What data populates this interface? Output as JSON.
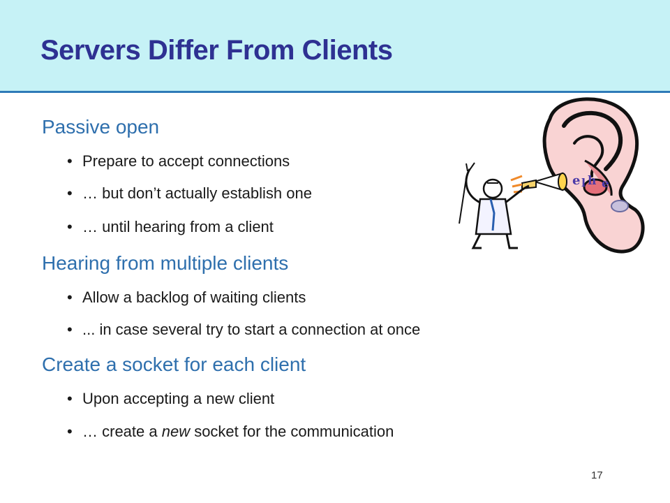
{
  "slide": {
    "title": "Servers Differ From Clients",
    "page_number": "17"
  },
  "sections": [
    {
      "heading": "Passive open",
      "bullets": [
        "Prepare to accept connections",
        "… but don’t actually establish one",
        "… until hearing from a client"
      ]
    },
    {
      "heading": "Hearing from multiple clients",
      "bullets": [
        "Allow a backlog of waiting clients",
        "... in case several try to start a connection at once"
      ]
    },
    {
      "heading": "Create a socket for each client",
      "bullets": [
        "Upon accepting a new client",
        "… create a ",
        "new",
        " socket for the communication"
      ]
    }
  ],
  "bullet_glyph": "•",
  "colors": {
    "title": "#2e3192",
    "heading": "#2e6fad",
    "title_bar": "#c6f2f6"
  },
  "illustration": {
    "icon": "ear-listening-clipart"
  }
}
